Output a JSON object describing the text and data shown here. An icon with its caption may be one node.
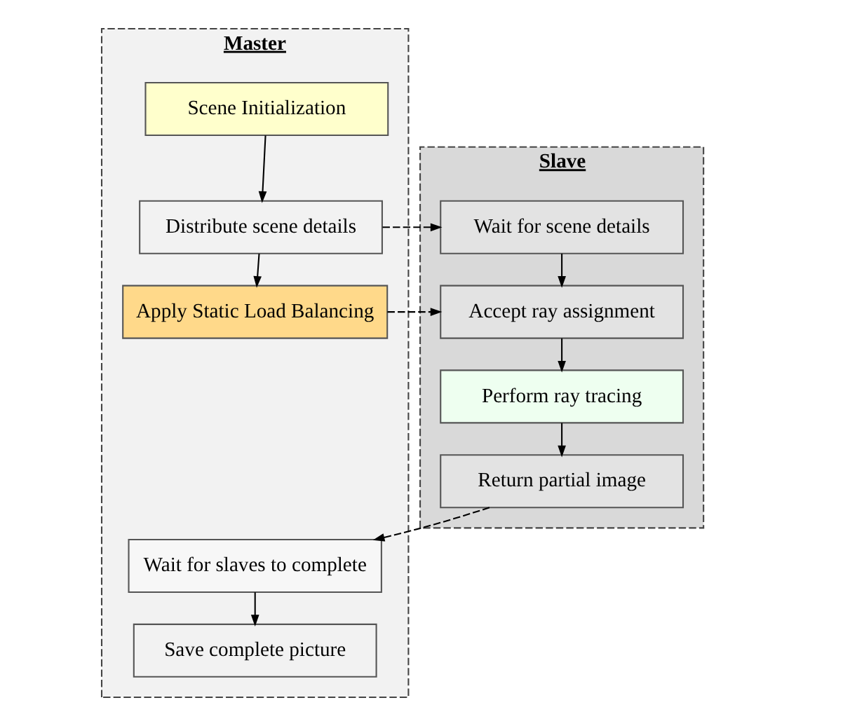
{
  "diagram": {
    "nodes": [
      {
        "text": [
          "Master"
        ]
      },
      {
        "text": [
          "Scene Initialization"
        ],
        "in": 0
      },
      {
        "text": [
          "Distribute scene details"
        ],
        "in": 0
      },
      {
        "text": [
          "Apply Static Load Balancing"
        ],
        "in": 0
      },
      {
        "text": [
          "Wait for slaves to complete"
        ],
        "in": 0
      },
      {
        "text": [
          "Save complete picture"
        ],
        "in": 0
      },
      {
        "text": [
          "Slave"
        ]
      },
      {
        "text": [
          "Wait for scene details"
        ],
        "in": 6
      },
      {
        "text": [
          "Accept ray assignment"
        ],
        "in": 6
      },
      {
        "text": [
          "Perform ray tracing"
        ],
        "in": 6
      },
      {
        "text": [
          "Return partial image"
        ],
        "in": 6
      }
    ],
    "edges": [
      {
        "from": 1,
        "to": 2,
        "arrow": "to"
      },
      {
        "from": 2,
        "to": 3,
        "arrow": "to"
      },
      {
        "from": 4,
        "to": 5,
        "arrow": "to"
      },
      {
        "from": 2,
        "to": 7,
        "arrow": "to",
        "style": "dashed"
      },
      {
        "from": 3,
        "to": 8,
        "arrow": "to",
        "style": "dashed"
      },
      {
        "from": 7,
        "to": 8,
        "arrow": "to"
      },
      {
        "from": 8,
        "to": 9,
        "arrow": "to"
      },
      {
        "from": 9,
        "to": 10,
        "arrow": "to"
      },
      {
        "from": 10,
        "to": 4,
        "arrow": "to",
        "style": "dashed"
      }
    ]
  }
}
